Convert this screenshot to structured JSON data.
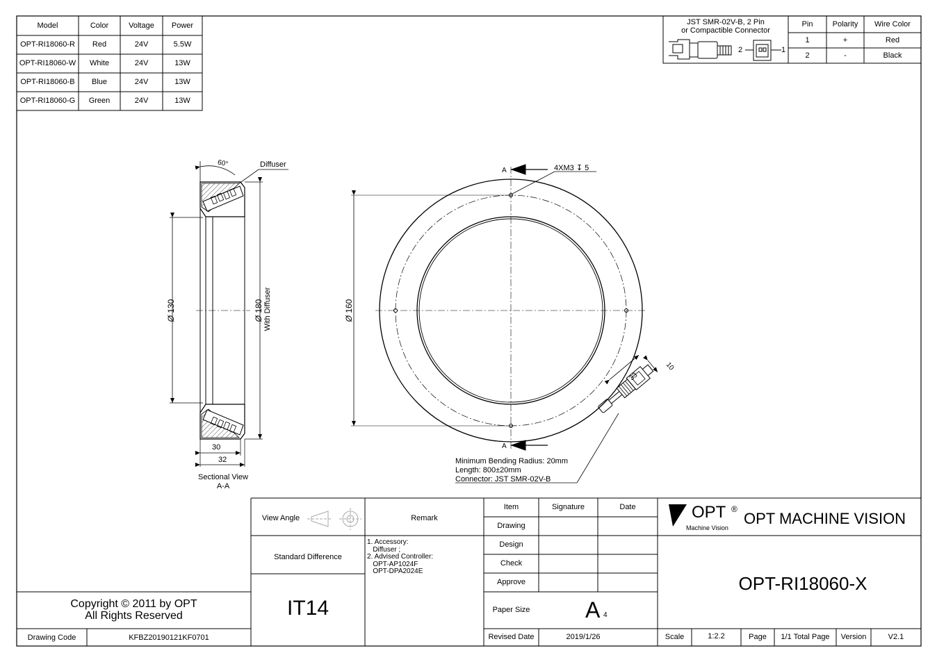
{
  "model_table": {
    "headers": [
      "Model",
      "Color",
      "Voltage",
      "Power"
    ],
    "rows": [
      [
        "OPT-RI18060-R",
        "Red",
        "24V",
        "5.5W"
      ],
      [
        "OPT-RI18060-W",
        "White",
        "24V",
        "13W"
      ],
      [
        "OPT-RI18060-B",
        "Blue",
        "24V",
        "13W"
      ],
      [
        "OPT-RI18060-G",
        "Green",
        "24V",
        "13W"
      ]
    ]
  },
  "connector_table": {
    "title_line1": "JST SMR-02V-B, 2 Pin",
    "title_line2": "or Compactible Connector",
    "pin_label_2": "2",
    "pin_label_1": "1",
    "headers": [
      "Pin",
      "Polarity",
      "Wire Color"
    ],
    "rows": [
      [
        "1",
        "+",
        "Red"
      ],
      [
        "2",
        "-",
        "Black"
      ]
    ]
  },
  "section_view": {
    "angle": "60°",
    "diffuser": "Diffuser",
    "dia_inner": "130",
    "dia_outer": "180",
    "dia_outer_note": "With Diffuser",
    "dim_30": "30",
    "dim_32": "32",
    "caption_line1": "Sectional View",
    "caption_line2": "A-A"
  },
  "front_view": {
    "section_mark": "A",
    "hole_note": "4XM3",
    "hole_depth": "5",
    "dia_160": "160",
    "dim_33": "33",
    "dim_10": "10",
    "note_line1": "Minimum Bending Radius: 20mm",
    "note_line2": "Length: 800±20mm",
    "note_line3": "Connector: JST SMR-02V-B"
  },
  "title_block": {
    "view_angle": "View Angle",
    "remark": "Remark",
    "standard_difference": "Standard Difference",
    "tolerance": "IT14",
    "remarks_text": "1. Accessory:\n   Diffuser ;\n2. Advised Controller:\n   OPT-AP1024F\n   OPT-DPA2024E",
    "item": "Item",
    "signature": "Signature",
    "date": "Date",
    "drawing": "Drawing",
    "design": "Design",
    "check": "Check",
    "approve": "Approve",
    "paper_size": "Paper Size",
    "paper_size_value": "A",
    "paper_size_sub": "4",
    "revised_date": "Revised Date",
    "revised_date_value": "2019/1/26",
    "scale": "Scale",
    "scale_value": "1:2.2",
    "page": "Page",
    "page_value": "1/1 Total Page",
    "version": "Version",
    "version_value": "V2.1",
    "logo_text": "OPT",
    "logo_reg": "®",
    "logo_sub": "Machine Vision",
    "company": "OPT MACHINE VISION",
    "part_number": "OPT-RI18060-X",
    "copyright_line1": "Copyright © 2011 by OPT",
    "copyright_line2": "All Rights Reserved",
    "drawing_code_label": "Drawing Code",
    "drawing_code": "KFBZ20190121KF0701"
  }
}
